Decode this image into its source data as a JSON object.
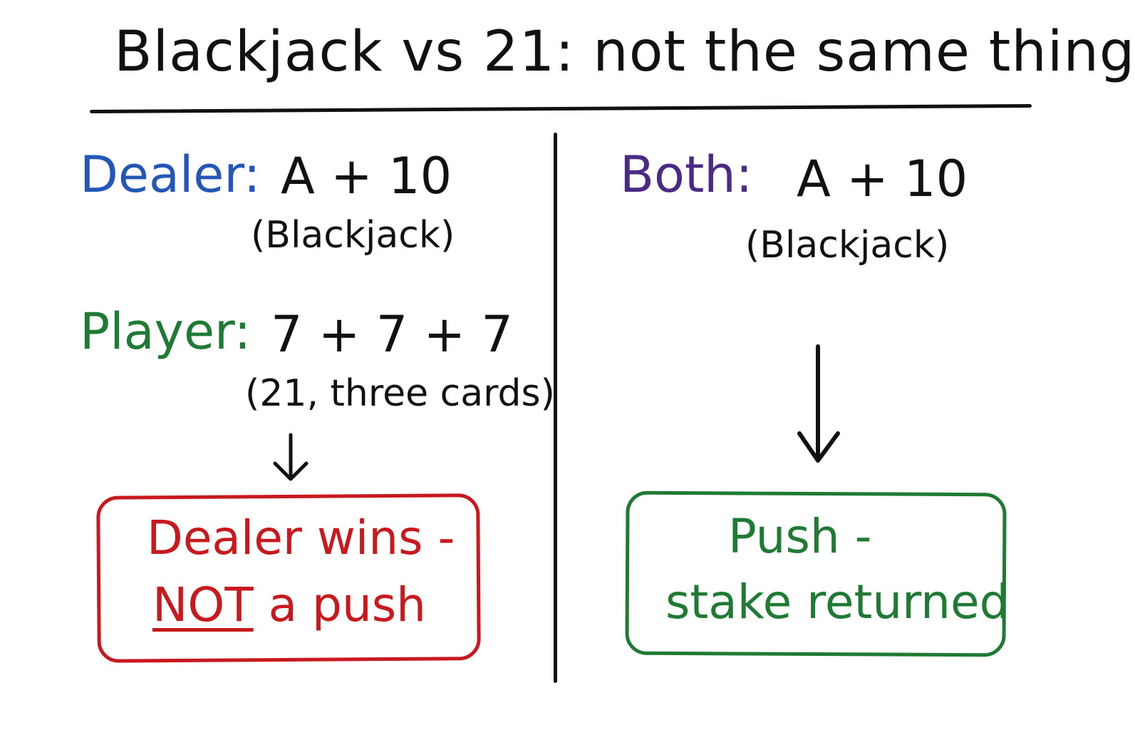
{
  "title": "Blackjack vs 21: not the same thing",
  "left": {
    "dealer_label": "Dealer:",
    "dealer_cards": "A + 10",
    "dealer_note": "(Blackjack)",
    "player_label": "Player:",
    "player_cards": "7 + 7 + 7",
    "player_note": "(21, three cards)",
    "outcome_line1": "Dealer wins -",
    "outcome_not": "NOT",
    "outcome_rest": "a push"
  },
  "right": {
    "both_label": "Both:",
    "both_cards": "A + 10",
    "both_note": "(Blackjack)",
    "outcome_line1": "Push -",
    "outcome_line2": "stake returned"
  },
  "colors": {
    "dealer": "#2456b8",
    "player": "#1f7a33",
    "both": "#4a2a85",
    "loss": "#c8191e",
    "push": "#1f7a33",
    "ink": "#111111"
  }
}
